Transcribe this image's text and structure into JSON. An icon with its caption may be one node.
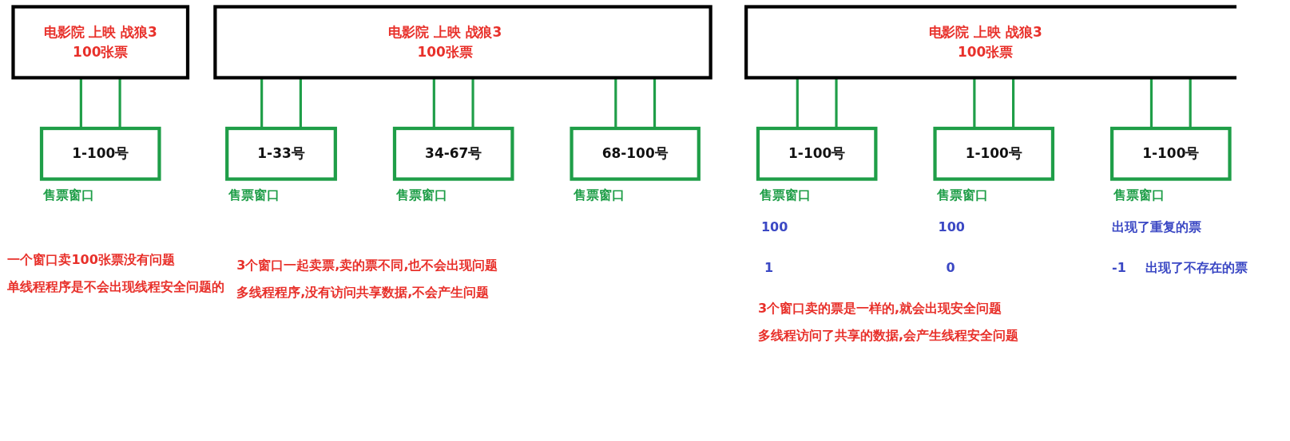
{
  "diagram": {
    "nodes": [
      {
        "text": [
          "电影院 上映 战狼3",
          "100张票"
        ]
      },
      {
        "text": [
          "1-100号"
        ],
        "beside": [
          "售票窗口"
        ]
      },
      {
        "text": [
          "电影院 上映 战狼3",
          "100张票"
        ]
      },
      {
        "text": [
          "1-33号"
        ],
        "beside": [
          "售票窗口"
        ]
      },
      {
        "text": [
          "34-67号"
        ],
        "beside": [
          "售票窗口"
        ]
      },
      {
        "text": [
          "68-100号"
        ],
        "beside": [
          "售票窗口"
        ]
      },
      {
        "text": [
          "电影院 上映 战狼3",
          "100张票"
        ]
      },
      {
        "text": [
          "1-100号"
        ],
        "beside": [
          "售票窗口"
        ]
      },
      {
        "text": [
          "1-100号"
        ],
        "beside": [
          "售票窗口"
        ]
      },
      {
        "text": [
          "1-100号"
        ],
        "beside": [
          "售票窗口"
        ]
      }
    ],
    "edges": [
      {
        "from": 0,
        "to": 1,
        "arrow": "none"
      },
      {
        "from": 0,
        "to": 1,
        "arrow": "none"
      },
      {
        "from": 2,
        "to": 3,
        "arrow": "none"
      },
      {
        "from": 2,
        "to": 3,
        "arrow": "none"
      },
      {
        "from": 2,
        "to": 4,
        "arrow": "none"
      },
      {
        "from": 2,
        "to": 4,
        "arrow": "none"
      },
      {
        "from": 2,
        "to": 5,
        "arrow": "none"
      },
      {
        "from": 2,
        "to": 5,
        "arrow": "none"
      },
      {
        "from": 6,
        "to": 7,
        "arrow": "none"
      },
      {
        "from": 6,
        "to": 7,
        "arrow": "none"
      },
      {
        "from": 6,
        "to": 8,
        "arrow": "none"
      },
      {
        "from": 6,
        "to": 8,
        "arrow": "none"
      },
      {
        "from": 6,
        "to": 9,
        "arrow": "none"
      },
      {
        "from": 6,
        "to": 9,
        "arrow": "none"
      }
    ],
    "labels": [
      "一个窗口卖100张票没有问题",
      "单线程程序是不会出现线程安全问题的",
      "3个窗口一起卖票,卖的票不同,也不会出现问题",
      "多线程程序,没有访问共享数据,不会产生问题",
      "100",
      "100",
      "出现了重复的票",
      "1",
      "0",
      "-1",
      "出现了不存在的票",
      "3个窗口卖的票是一样的,就会出现安全问题",
      "多线程访问了共享的数据,会产生线程安全问题"
    ]
  }
}
